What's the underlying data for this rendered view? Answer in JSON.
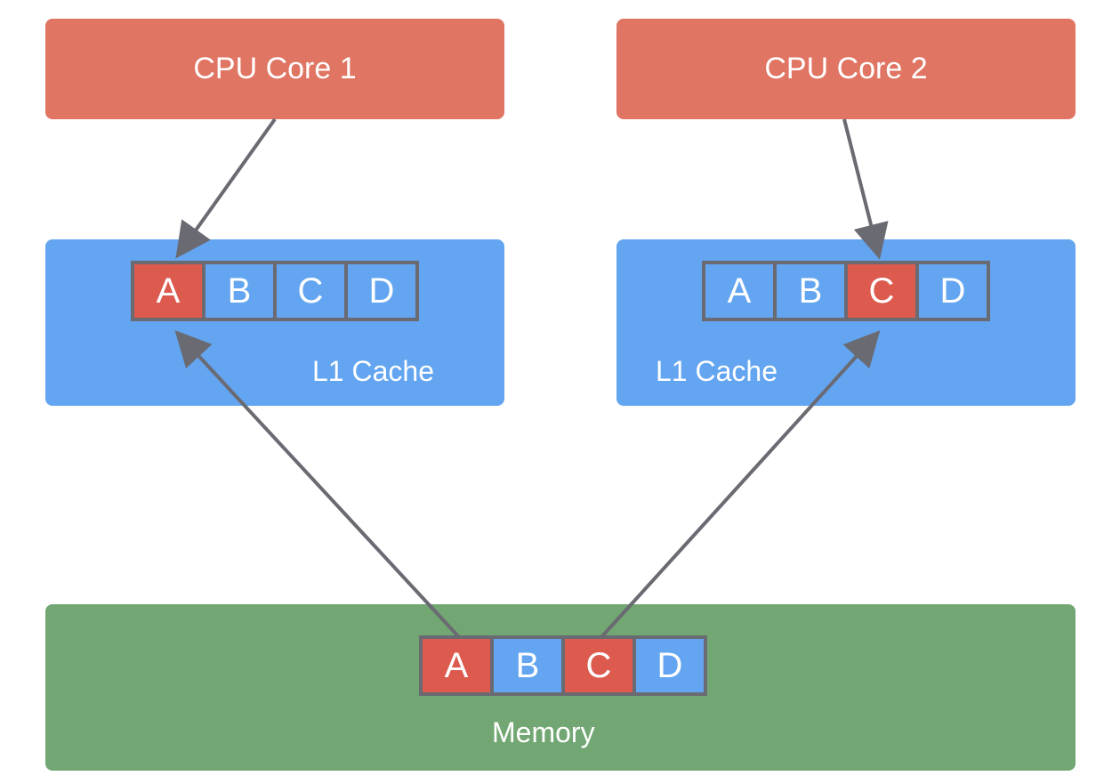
{
  "cpu_core_1": {
    "label": "CPU Core 1"
  },
  "cpu_core_2": {
    "label": "CPU Core 2"
  },
  "cache_1": {
    "label": "L1 Cache",
    "cells": [
      {
        "label": "A",
        "highlighted": true
      },
      {
        "label": "B",
        "highlighted": false
      },
      {
        "label": "C",
        "highlighted": false
      },
      {
        "label": "D",
        "highlighted": false
      }
    ]
  },
  "cache_2": {
    "label": "L1 Cache",
    "cells": [
      {
        "label": "A",
        "highlighted": false
      },
      {
        "label": "B",
        "highlighted": false
      },
      {
        "label": "C",
        "highlighted": true
      },
      {
        "label": "D",
        "highlighted": false
      }
    ]
  },
  "memory": {
    "label": "Memory",
    "cells": [
      {
        "label": "A",
        "highlighted": true
      },
      {
        "label": "B",
        "highlighted": false
      },
      {
        "label": "C",
        "highlighted": true
      },
      {
        "label": "D",
        "highlighted": false
      }
    ]
  },
  "colors": {
    "cpu": "#e07563",
    "cache": "#63a5f0",
    "memory": "#72a773",
    "highlight_cell": "#dc5a4e",
    "normal_cell": "#63a5f0",
    "outline": "#6a6a72",
    "arrow": "#6a6a72"
  }
}
